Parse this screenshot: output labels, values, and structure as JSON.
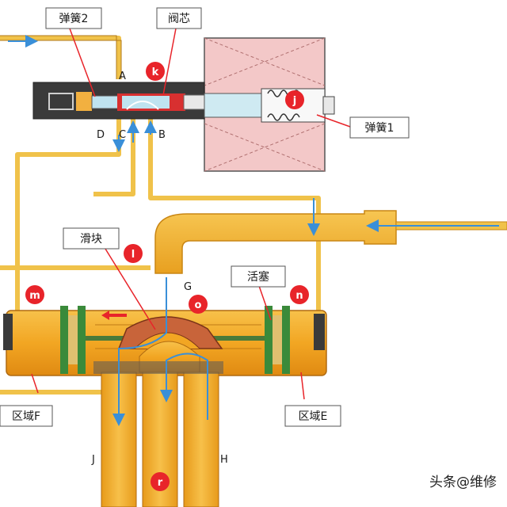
{
  "labels": {
    "spring2": "弹簧2",
    "valve_core": "阀芯",
    "spring1": "弹簧1",
    "slider": "滑块",
    "piston": "活塞",
    "zone_f": "区域F",
    "zone_e": "区域E"
  },
  "ports": {
    "a": "A",
    "b": "B",
    "c": "C",
    "d": "D",
    "g": "G",
    "h": "H",
    "j": "J"
  },
  "markers": {
    "k": "k",
    "j": "j",
    "l": "l",
    "m": "m",
    "n": "n",
    "o": "o",
    "r": "r"
  },
  "watermark": "头条@维修",
  "colors": {
    "pipe": "#f3c64a",
    "pipe_dark": "#d99a1c",
    "body": "#f0a41c",
    "body_light": "#f8c24a",
    "coil": "#f3c8c8",
    "flow": "#3a8fd8",
    "marker": "#e8242a",
    "slider": "#c8643a",
    "callout": "#e8242a"
  }
}
